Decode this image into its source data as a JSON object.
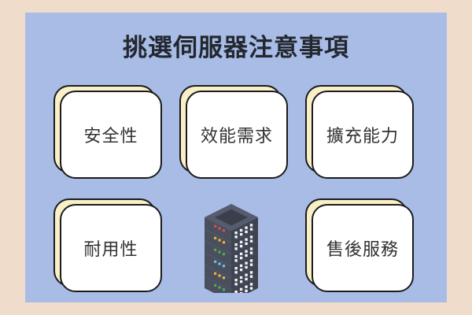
{
  "page": {
    "title": "挑選伺服器注意事項",
    "outer_background": "#efdccb",
    "panel_background": "#a8bce6",
    "title_color": "#23272f"
  },
  "cards": [
    {
      "id": "security",
      "label": "安全性",
      "row": 1,
      "col": 1
    },
    {
      "id": "performance",
      "label": "效能需求",
      "row": 1,
      "col": 2
    },
    {
      "id": "scalability",
      "label": "擴充能力",
      "row": 1,
      "col": 3
    },
    {
      "id": "durability",
      "label": "耐用性",
      "row": 2,
      "col": 1
    },
    {
      "id": "support",
      "label": "售後服務",
      "row": 2,
      "col": 3
    }
  ],
  "card_style": {
    "face_color": "#ffffff",
    "shadow_color": "#faf0c8",
    "border_color": "#1b1b1b",
    "text_color": "#313131"
  },
  "server": {
    "icon_name": "server-rack-icon",
    "body_color": "#4a4f5e",
    "top_color": "#565c6d",
    "inset_color": "#3b3f4c",
    "side_color": "#3e4350",
    "vent_color": "#f2f4f8",
    "led_rows": [
      {
        "color": "#e04b4b",
        "name": "red"
      },
      {
        "color": "#f0b23c",
        "name": "yellow"
      },
      {
        "color": "#4caf50",
        "name": "green"
      },
      {
        "color": "#5ec8e8",
        "name": "cyan"
      },
      {
        "color": "#f0b23c",
        "name": "yellow"
      },
      {
        "color": "#4caf50",
        "name": "green"
      }
    ],
    "leds_per_row": 3,
    "tiers": 6
  }
}
